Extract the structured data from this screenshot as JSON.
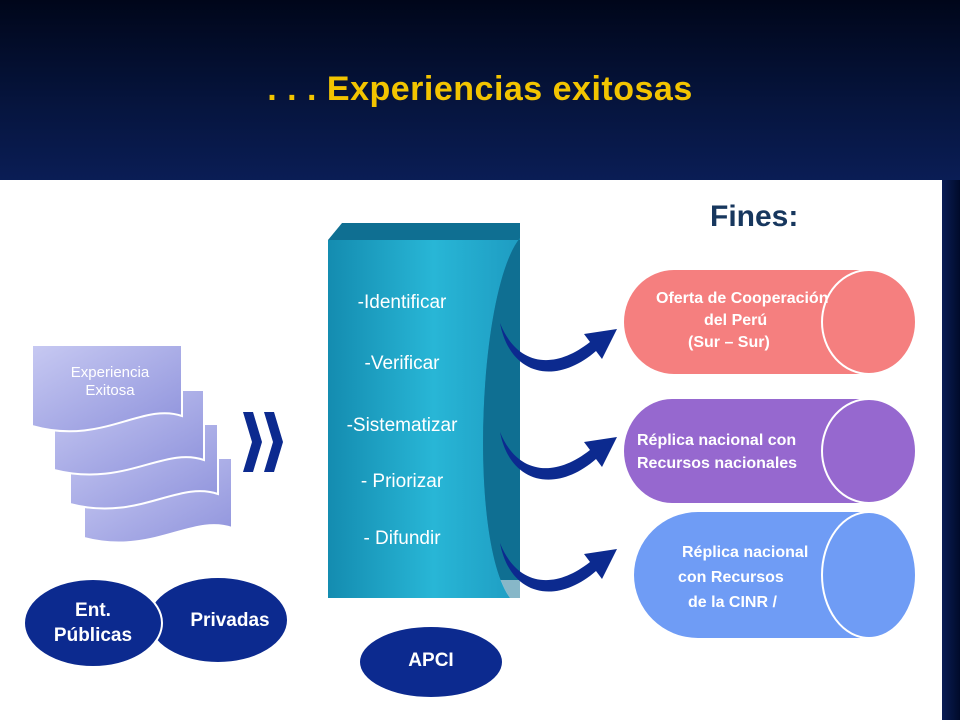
{
  "slide": {
    "title": ". . . Experiencias exitosas",
    "fines_heading": "Fines:"
  },
  "stack": {
    "label_line1": "Experiencia",
    "label_line2": "Exitosa"
  },
  "actors": {
    "publicas_line1": "Ent.",
    "publicas_line2": "Públicas",
    "privadas": "Privadas",
    "apci": "APCI"
  },
  "process_steps": [
    "-Identificar",
    "-Verificar",
    "-Sistematizar",
    "- Priorizar",
    "- Difundir"
  ],
  "outcomes": [
    {
      "lines": [
        "Oferta de Cooperación",
        "del Perú",
        "(Sur – Sur)"
      ],
      "color": "#f57f7f"
    },
    {
      "lines": [
        "Réplica nacional con",
        "Recursos nacionales"
      ],
      "color": "#9668cf"
    },
    {
      "lines": [
        "Réplica nacional",
        "con Recursos",
        "de  la CINR /"
      ],
      "color": "#6f9cf5"
    }
  ],
  "colors": {
    "title": "#f2c400",
    "banner": "#1a9fc0",
    "arrow": "#0c2a8f",
    "actor": "#0c2a8f",
    "stack": "#9b9fe2"
  }
}
